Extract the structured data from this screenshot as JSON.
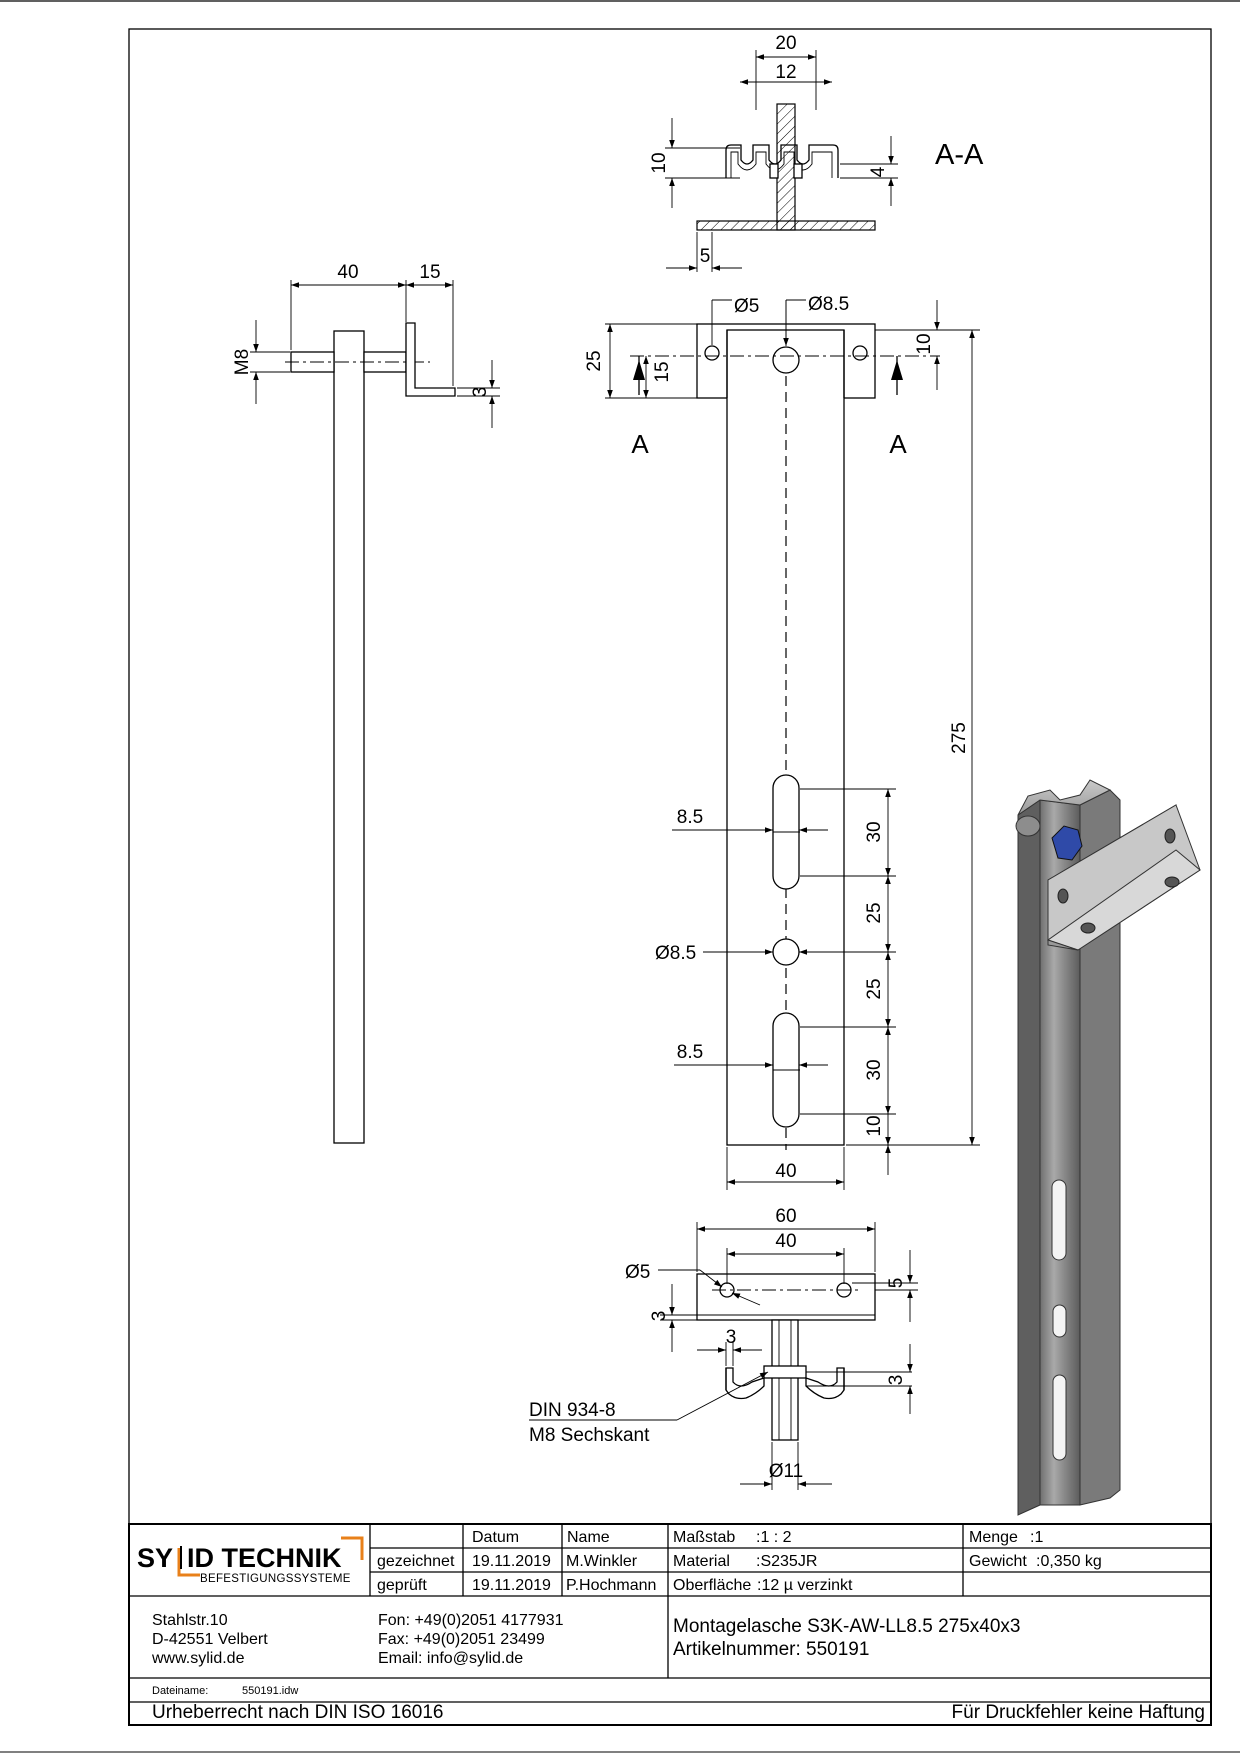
{
  "drawing": {
    "dimensions": {
      "section_top_width": "20",
      "section_top_inner": "12",
      "section_height": "10",
      "section_lip": "4",
      "section_plate": "5",
      "section_label": "A-A",
      "side_length": "40",
      "side_offset": "15",
      "side_thread": "M8",
      "side_thickness": "3",
      "front_hole_small": "Ø5",
      "front_hole_large": "Ø8.5",
      "front_height": "25",
      "front_hole_pos": "15",
      "front_top_edge": "10",
      "front_total": "275",
      "section_marker_left": "A",
      "section_marker_right": "A",
      "slot_width_1": "8.5",
      "slot_len_1": "30",
      "gap_1": "25",
      "center_hole": "Ø8.5",
      "gap_2": "25",
      "slot_width_2": "8.5",
      "slot_len_2": "30",
      "bottom_edge": "10",
      "front_width": "40",
      "top_view_width": "60",
      "top_view_holes": "40",
      "top_view_hole": "Ø5",
      "top_view_hole_offset": "5",
      "top_view_thickness": "3",
      "nut_width": "3",
      "nut_height": "3",
      "bolt_dia": "Ø11",
      "nut_label_1": "DIN 934-8",
      "nut_label_2": "M8 Sechskant"
    }
  },
  "title_block": {
    "logo_left": "SY",
    "logo_right": "ID TECHNIK",
    "logo_sub": "BEFESTIGUNGSSYSTEME",
    "header_datum": "Datum",
    "header_name": "Name",
    "row1_label": "gezeichnet",
    "row1_date": "19.11.2019",
    "row1_name": "M.Winkler",
    "row2_label": "geprüft",
    "row2_date": "19.11.2019",
    "row2_name": "P.Hochmann",
    "scale_label": "Maßstab",
    "scale_value": ":1 : 2",
    "material_label": "Material",
    "material_value": ":S235JR",
    "surface_label": "Oberfläche",
    "surface_value": ":12 µ verzinkt",
    "qty_label": "Menge",
    "qty_value": ":1",
    "weight_label": "Gewicht",
    "weight_value": ":0,350 kg",
    "address_1": "Stahlstr.10",
    "address_2": "D-42551 Velbert",
    "address_3": "www.sylid.de",
    "phone": "Fon: +49(0)2051 4177931",
    "fax": "Fax: +49(0)2051 23499",
    "email": "Email: info@sylid.de",
    "product_title": "Montagelasche S3K-AW-LL8.5 275x40x3",
    "article_number": "Artikelnummer: 550191",
    "filename_label": "Dateiname:",
    "filename_value": "550191.idw",
    "copyright": "Urheberrecht nach DIN ISO 16016",
    "disclaimer": "Für Druckfehler keine Haftung"
  }
}
